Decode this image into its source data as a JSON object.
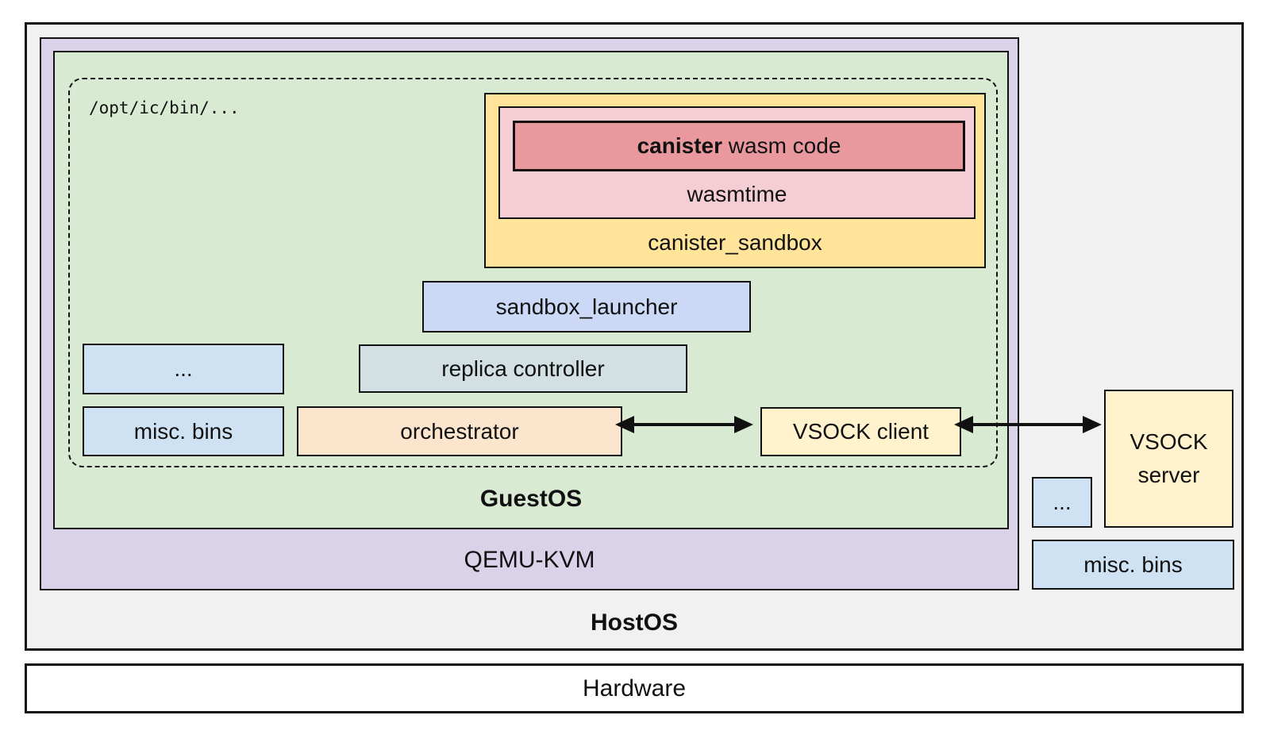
{
  "colors": {
    "host_bg": "#F1F1F2",
    "qemu_bg": "#D9D2E9",
    "guest_bg": "#D9EAD3",
    "canister_sandbox_yellow": "#FFE499",
    "wasmtime_pink": "#F4CED4",
    "canister_red": "#E9989E",
    "sandbox_launcher_blue": "#CBD9F6",
    "misc_bins_blue": "#CFE2F3",
    "replica_controller_gray_blue": "#D2E0E3",
    "orchestrator_peach": "#FCE5CD",
    "vsock_cream": "#FFF2CC",
    "border": "#111111"
  },
  "hardware": {
    "label": "Hardware"
  },
  "host_os": {
    "label": "HostOS",
    "ellipsis_box": {
      "label": "..."
    },
    "misc_bins": {
      "label": "misc. bins"
    },
    "vsock_server": {
      "label": "VSOCK server"
    },
    "qemu": {
      "label": "QEMU-KVM",
      "guest_os": {
        "label": "GuestOS",
        "bin_dir": {
          "path_label": "/opt/ic/bin/...",
          "canister_sandbox": {
            "label": "canister_sandbox",
            "wasmtime": {
              "label": "wasmtime",
              "canister_wasm": {
                "bold": "canister",
                "rest": " wasm code"
              }
            }
          },
          "sandbox_launcher": {
            "label": "sandbox_launcher"
          },
          "ellipsis_box": {
            "label": "..."
          },
          "replica_controller": {
            "label": "replica controller"
          },
          "misc_bins": {
            "label": "misc. bins"
          },
          "orchestrator": {
            "label": "orchestrator"
          },
          "vsock_client": {
            "label": "VSOCK client"
          }
        }
      }
    }
  }
}
